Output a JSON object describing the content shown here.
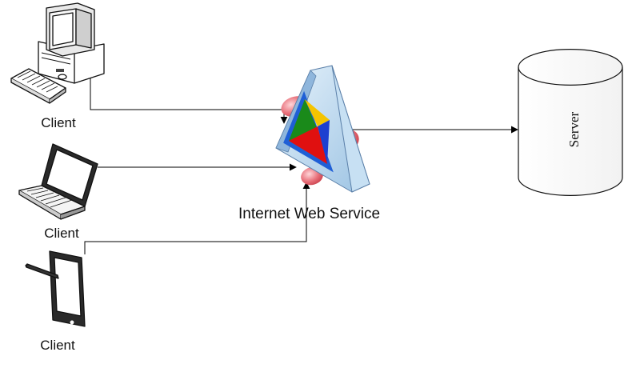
{
  "nodes": {
    "client_desktop": {
      "label": "Client",
      "icon": "desktop-computer-icon"
    },
    "client_laptop": {
      "label": "Client",
      "icon": "laptop-icon"
    },
    "client_tablet": {
      "label": "Client",
      "icon": "tablet-with-stylus-icon"
    },
    "web_service": {
      "label": "Internet Web Service",
      "icon": "web-service-prism-icon"
    },
    "server": {
      "label": "Server",
      "icon": "database-cylinder-icon"
    }
  },
  "edges": [
    {
      "from": "client_desktop",
      "to": "web_service"
    },
    {
      "from": "client_laptop",
      "to": "web_service"
    },
    {
      "from": "client_tablet",
      "to": "web_service"
    },
    {
      "from": "web_service",
      "to": "server"
    }
  ],
  "colors": {
    "line": "#000000",
    "prism_face": "#b9d8ee",
    "prism_blue": "#1f5fd6",
    "red_disc": "#e8707a",
    "wedge_yellow": "#f5c400",
    "wedge_green": "#1a8a1a",
    "wedge_red": "#e01010",
    "wedge_blue": "#1d3fd0"
  }
}
